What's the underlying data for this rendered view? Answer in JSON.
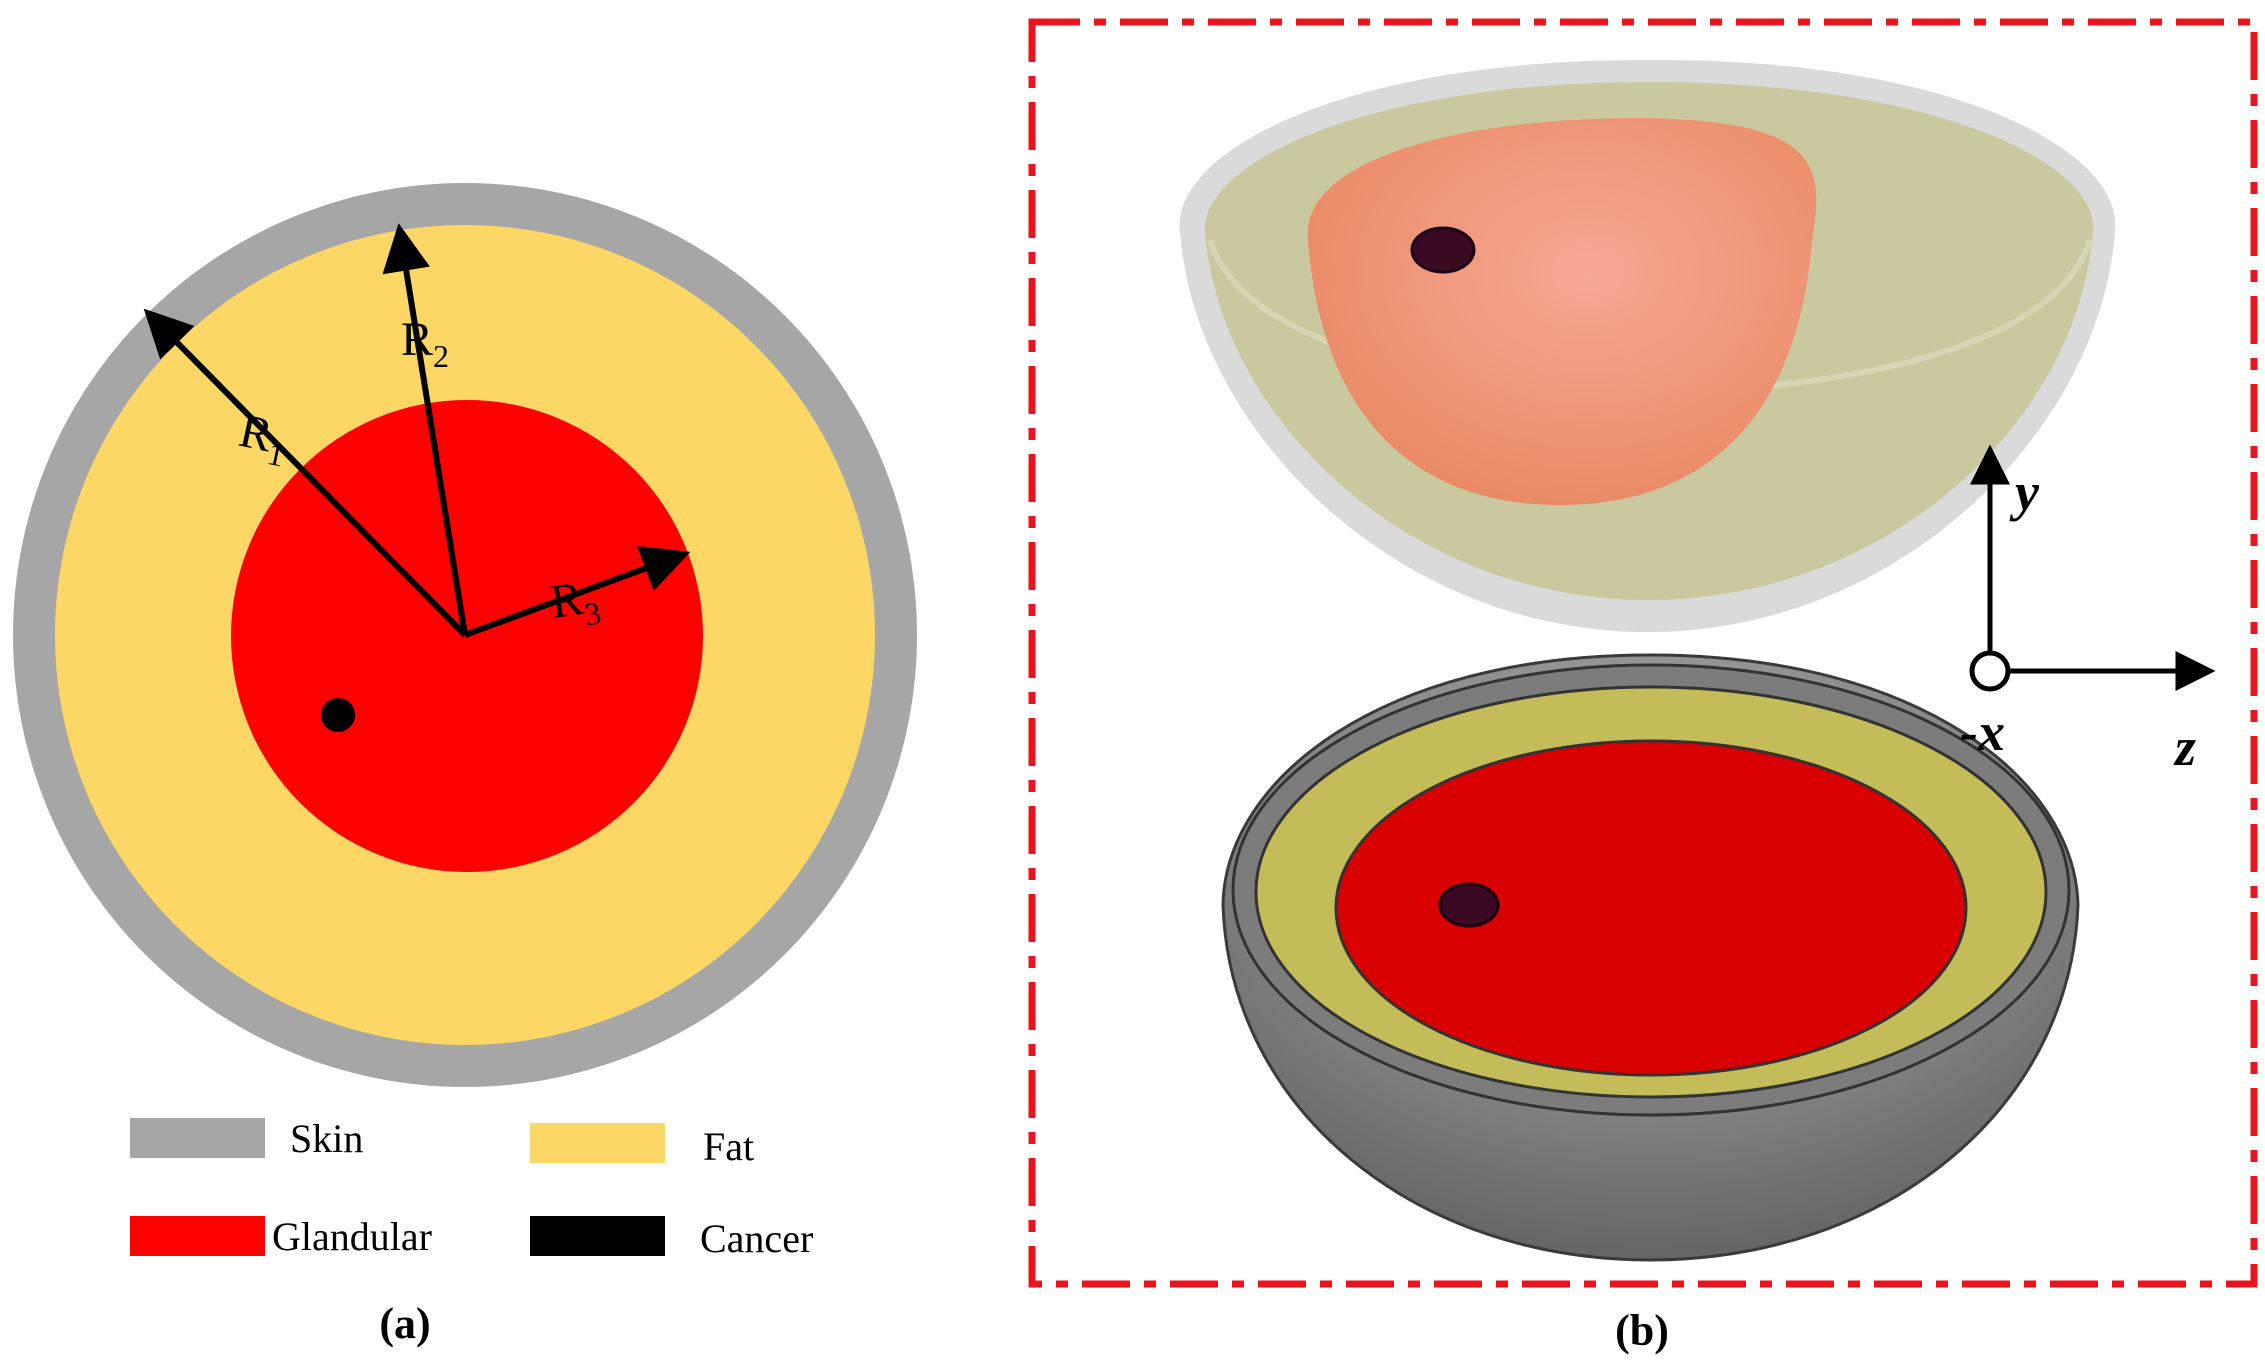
{
  "panel_a": {
    "label": "(a)",
    "radii": [
      {
        "base": "R",
        "sub": "1"
      },
      {
        "base": "R",
        "sub": "2"
      },
      {
        "base": "R",
        "sub": "3"
      }
    ],
    "legend": [
      {
        "name": "Skin",
        "color": "#a6a6a6"
      },
      {
        "name": "Fat",
        "color": "#fcd765"
      },
      {
        "name": "Glandular",
        "color": "#ff0000"
      },
      {
        "name": "Cancer",
        "color": "#000000"
      }
    ]
  },
  "panel_b": {
    "label": "(b)",
    "frame_color": "#e8141e",
    "axes": {
      "y": "y",
      "z": "z",
      "x": "-x"
    }
  }
}
